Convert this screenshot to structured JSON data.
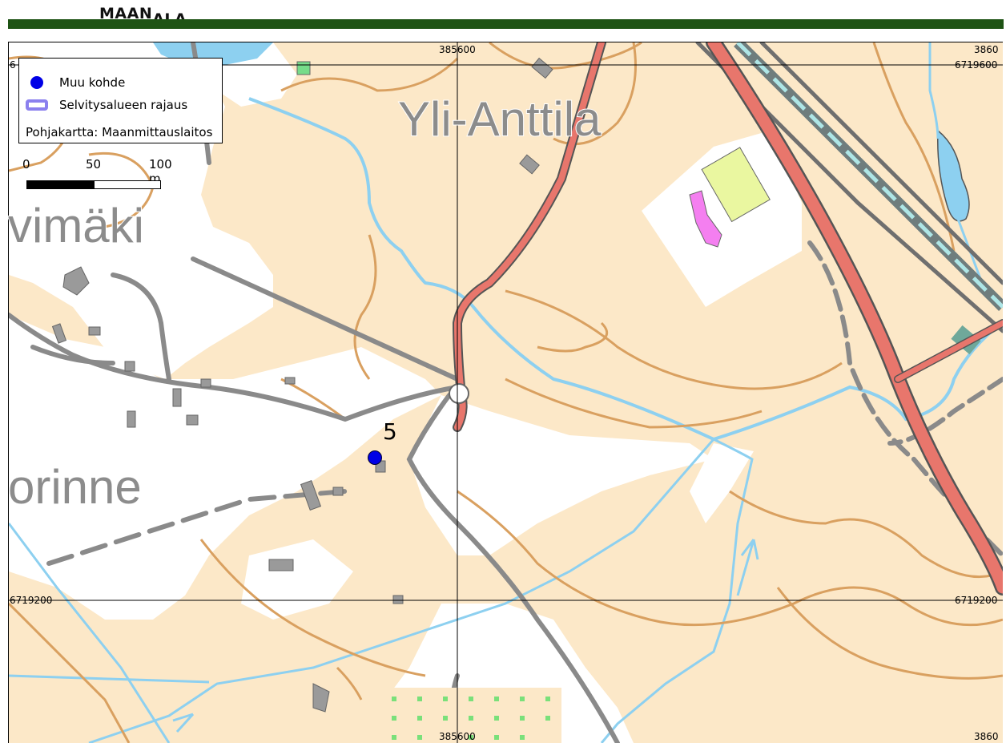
{
  "header": {
    "logo_main": "MAAN",
    "logo_sub": "ALA",
    "brand_color": "#1e5314"
  },
  "legend": {
    "item_point": "Muu kohde",
    "item_area": "Selvitysalueen rajaus",
    "basemap_credit": "Pohjakartta: Maanmittauslaitos",
    "point_color": "#0000e6",
    "area_color": "#8b80ee"
  },
  "scalebar": {
    "labels": [
      "0",
      "50",
      "100 m"
    ]
  },
  "grid": {
    "top_x": "385600",
    "bottom_x": "385600",
    "top_right_x": "3860",
    "bottom_right_x": "3860",
    "y_upper_right": "6719600",
    "y_upper_left": "6",
    "y_lower_left": "6719200",
    "y_lower_right": "6719200"
  },
  "places": {
    "yli_anttila": "Yli-Anttila",
    "vimaki": "vimäki",
    "orinne": "orinne"
  },
  "markers": {
    "point_label": "5"
  },
  "colors": {
    "land_fill": "#fce8c8",
    "open_area": "#ffffff",
    "contour": "#d9a060",
    "water": "#8dd0f0",
    "main_road": "#e8766c",
    "road": "#8a8a8a",
    "railway": "#6f7d7d"
  }
}
